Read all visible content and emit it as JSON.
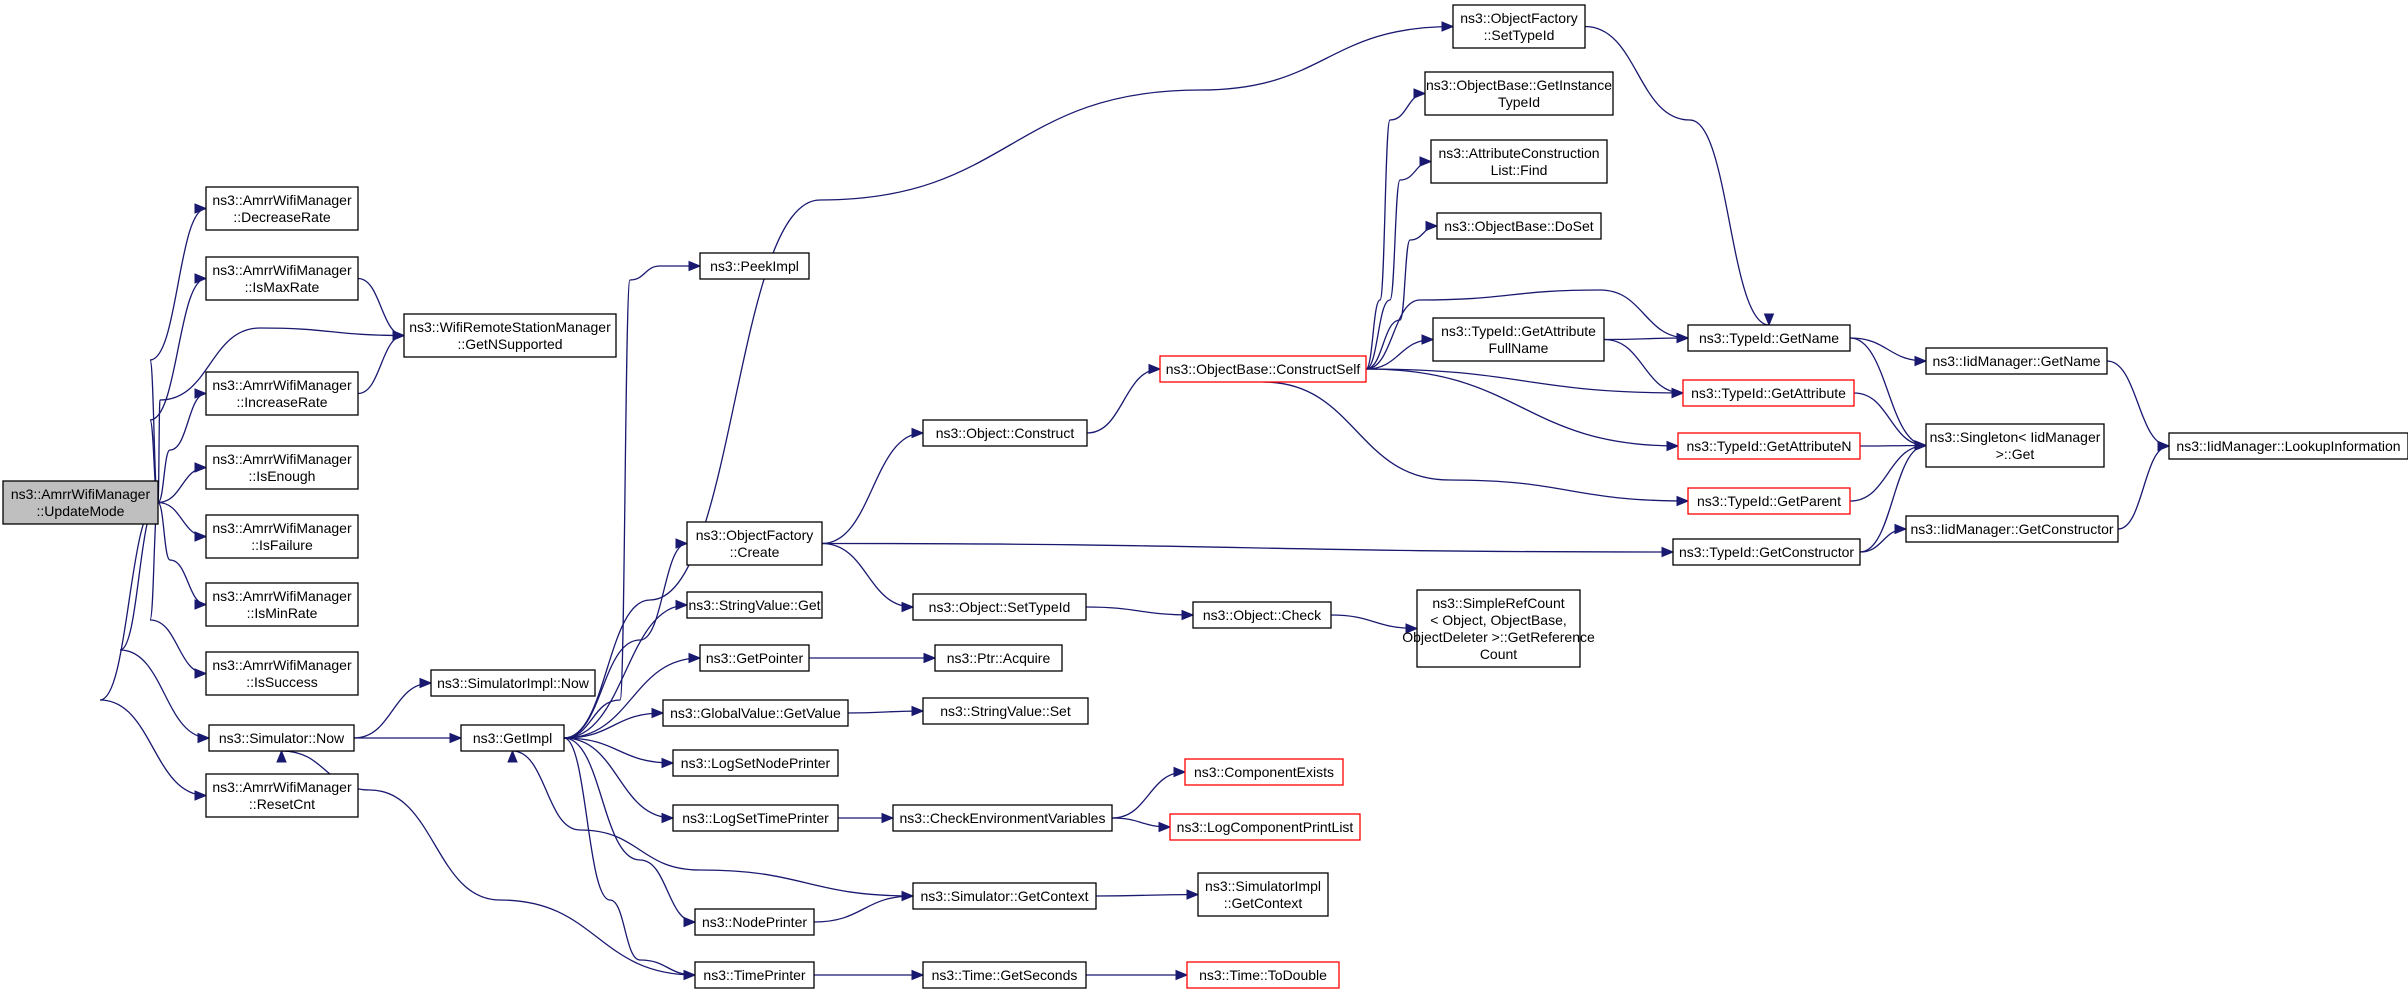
{
  "colors": {
    "edge": "#191970",
    "border_normal": "#000000",
    "border_truncated": "#ff0000",
    "fill_root": "#bfbfbf",
    "fill_normal": "#ffffff"
  },
  "nodes": {
    "root": {
      "lines": [
        "ns3::AmrrWifiManager",
        "::UpdateMode"
      ],
      "style": "root"
    },
    "decrease_rate": {
      "lines": [
        "ns3::AmrrWifiManager",
        "::DecreaseRate"
      ],
      "style": "normal"
    },
    "is_max_rate": {
      "lines": [
        "ns3::AmrrWifiManager",
        "::IsMaxRate"
      ],
      "style": "normal"
    },
    "get_n_supported": {
      "lines": [
        "ns3::WifiRemoteStationManager",
        "::GetNSupported"
      ],
      "style": "normal"
    },
    "increase_rate": {
      "lines": [
        "ns3::AmrrWifiManager",
        "::IncreaseRate"
      ],
      "style": "normal"
    },
    "is_enough": {
      "lines": [
        "ns3::AmrrWifiManager",
        "::IsEnough"
      ],
      "style": "normal"
    },
    "is_failure": {
      "lines": [
        "ns3::AmrrWifiManager",
        "::IsFailure"
      ],
      "style": "normal"
    },
    "is_min_rate": {
      "lines": [
        "ns3::AmrrWifiManager",
        "::IsMinRate"
      ],
      "style": "normal"
    },
    "is_success": {
      "lines": [
        "ns3::AmrrWifiManager",
        "::IsSuccess"
      ],
      "style": "normal"
    },
    "reset_cnt": {
      "lines": [
        "ns3::AmrrWifiManager",
        "::ResetCnt"
      ],
      "style": "normal"
    },
    "simulator_now": {
      "lines": [
        "ns3::Simulator::Now"
      ],
      "style": "normal"
    },
    "simulator_impl_now": {
      "lines": [
        "ns3::SimulatorImpl::Now"
      ],
      "style": "normal"
    },
    "get_impl": {
      "lines": [
        "ns3::GetImpl"
      ],
      "style": "normal"
    },
    "peek_impl": {
      "lines": [
        "ns3::PeekImpl"
      ],
      "style": "normal"
    },
    "object_factory_create": {
      "lines": [
        "ns3::ObjectFactory",
        "::Create"
      ],
      "style": "normal"
    },
    "string_value_get": {
      "lines": [
        "ns3::StringValue::Get"
      ],
      "style": "normal"
    },
    "get_pointer": {
      "lines": [
        "ns3::GetPointer"
      ],
      "style": "normal"
    },
    "global_value_get_value": {
      "lines": [
        "ns3::GlobalValue::GetValue"
      ],
      "style": "normal"
    },
    "log_set_node_printer": {
      "lines": [
        "ns3::LogSetNodePrinter"
      ],
      "style": "normal"
    },
    "log_set_time_printer": {
      "lines": [
        "ns3::LogSetTimePrinter"
      ],
      "style": "normal"
    },
    "node_printer": {
      "lines": [
        "ns3::NodePrinter"
      ],
      "style": "normal"
    },
    "time_printer": {
      "lines": [
        "ns3::TimePrinter"
      ],
      "style": "normal"
    },
    "object_construct": {
      "lines": [
        "ns3::Object::Construct"
      ],
      "style": "normal"
    },
    "object_set_type_id": {
      "lines": [
        "ns3::Object::SetTypeId"
      ],
      "style": "normal"
    },
    "ptr_acquire": {
      "lines": [
        "ns3::Ptr::Acquire"
      ],
      "style": "normal"
    },
    "string_value_set": {
      "lines": [
        "ns3::StringValue::Set"
      ],
      "style": "normal"
    },
    "check_environment_variables": {
      "lines": [
        "ns3::CheckEnvironmentVariables"
      ],
      "style": "normal"
    },
    "simulator_get_context": {
      "lines": [
        "ns3::Simulator::GetContext"
      ],
      "style": "normal"
    },
    "time_get_seconds": {
      "lines": [
        "ns3::Time::GetSeconds"
      ],
      "style": "normal"
    },
    "object_check": {
      "lines": [
        "ns3::Object::Check"
      ],
      "style": "normal"
    },
    "simple_ref_count": {
      "lines": [
        "ns3::SimpleRefCount",
        "< Object, ObjectBase,",
        "ObjectDeleter >::GetReference",
        "Count"
      ],
      "style": "normal"
    },
    "component_exists": {
      "lines": [
        "ns3::ComponentExists"
      ],
      "style": "truncated"
    },
    "log_component_print_list": {
      "lines": [
        "ns3::LogComponentPrintList"
      ],
      "style": "truncated"
    },
    "simulator_impl_get_context": {
      "lines": [
        "ns3::SimulatorImpl",
        "::GetContext"
      ],
      "style": "normal"
    },
    "time_to_double": {
      "lines": [
        "ns3::Time::ToDouble"
      ],
      "style": "truncated"
    },
    "object_factory_set_type_id": {
      "lines": [
        "ns3::ObjectFactory",
        "::SetTypeId"
      ],
      "style": "normal"
    },
    "object_base_get_instance_type_id": {
      "lines": [
        "ns3::ObjectBase::GetInstance",
        "TypeId"
      ],
      "style": "normal"
    },
    "attribute_construction_list_find": {
      "lines": [
        "ns3::AttributeConstruction",
        "List::Find"
      ],
      "style": "normal"
    },
    "object_base_do_set": {
      "lines": [
        "ns3::ObjectBase::DoSet"
      ],
      "style": "normal"
    },
    "object_base_construct_self": {
      "lines": [
        "ns3::ObjectBase::ConstructSelf"
      ],
      "style": "truncated"
    },
    "type_id_get_attribute_full_name": {
      "lines": [
        "ns3::TypeId::GetAttribute",
        "FullName"
      ],
      "style": "normal"
    },
    "type_id_get_name": {
      "lines": [
        "ns3::TypeId::GetName"
      ],
      "style": "normal"
    },
    "type_id_get_attribute": {
      "lines": [
        "ns3::TypeId::GetAttribute"
      ],
      "style": "truncated"
    },
    "type_id_get_attribute_n": {
      "lines": [
        "ns3::TypeId::GetAttributeN"
      ],
      "style": "truncated"
    },
    "type_id_get_parent": {
      "lines": [
        "ns3::TypeId::GetParent"
      ],
      "style": "truncated"
    },
    "type_id_get_constructor": {
      "lines": [
        "ns3::TypeId::GetConstructor"
      ],
      "style": "normal"
    },
    "iid_manager_get_name": {
      "lines": [
        "ns3::IidManager::GetName"
      ],
      "style": "normal"
    },
    "singleton_get": {
      "lines": [
        "ns3::Singleton< IidManager",
        ">::Get"
      ],
      "style": "normal"
    },
    "iid_manager_get_constructor": {
      "lines": [
        "ns3::IidManager::GetConstructor"
      ],
      "style": "normal"
    },
    "iid_manager_lookup_information": {
      "lines": [
        "ns3::IidManager::LookupInformation"
      ],
      "style": "normal"
    }
  }
}
